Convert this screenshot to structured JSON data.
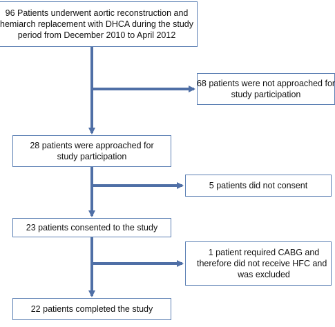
{
  "flowchart": {
    "start": {
      "lines": [
        "96 Patients underwent aortic reconstruction and",
        "hemiarch replacement with DHCA during the study",
        "period from December 2010 to April 2012"
      ]
    },
    "not_approached": {
      "lines": [
        "68 patients were not approached for",
        "study participation"
      ]
    },
    "approached": {
      "lines": [
        "28 patients were approached for",
        "study participation"
      ]
    },
    "no_consent": {
      "lines": [
        "5 patients did not consent"
      ]
    },
    "consented": {
      "lines": [
        "23 patients consented to the study"
      ]
    },
    "excluded": {
      "lines": [
        "1 patient required CABG and",
        "therefore did not receive HFC and",
        "was excluded"
      ]
    },
    "completed": {
      "lines": [
        "22 patients completed the study"
      ]
    }
  },
  "colors": {
    "box_border": "#5b7fb3",
    "arrow": "#4f6fa6",
    "text": "#111111",
    "background": "#ffffff"
  }
}
